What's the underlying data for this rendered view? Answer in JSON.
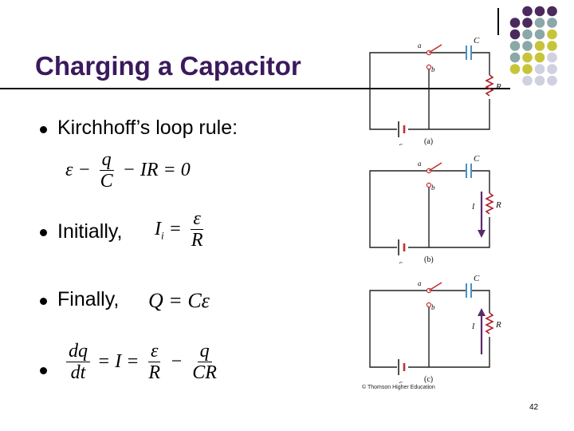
{
  "slide": {
    "title": "Charging a Capacitor",
    "bullets": [
      "Kirchhoff’s loop rule:",
      "Initially,",
      "Finally,",
      ""
    ],
    "page_number": "42",
    "copyright": "© Thomson Higher Education"
  },
  "equations": {
    "loop": {
      "lhs": "ε − ",
      "num": "q",
      "den": "C",
      "rest": " − IR = 0"
    },
    "initial": {
      "lhs": "I",
      "sub": "i",
      "eq": " = ",
      "num": "ε",
      "den": "R"
    },
    "final": {
      "text": "Q = Cε"
    },
    "rate": {
      "num1": "dq",
      "den1": "dt",
      "mid": " = I = ",
      "num2": "ε",
      "den2": "R",
      "minus": " − ",
      "num3": "q",
      "den3": "CR"
    }
  },
  "circuits": [
    {
      "caption": "(a)",
      "switch_top": "a",
      "switch_bottom": "b",
      "cap": "C",
      "res": "R",
      "emf": "ε",
      "current_label": "",
      "arrow": "none"
    },
    {
      "caption": "(b)",
      "switch_top": "a",
      "switch_bottom": "b",
      "cap": "C",
      "res": "R",
      "emf": "ε",
      "current_label": "I",
      "arrow": "down"
    },
    {
      "caption": "(c)",
      "switch_top": "a",
      "switch_bottom": "b",
      "cap": "C",
      "res": "R",
      "emf": "ε",
      "current_label": "I",
      "arrow": "up"
    }
  ],
  "colors": {
    "title": "#3a1a5c",
    "dot_purple": "#4a2a5c",
    "dot_teal": "#8aa8a8",
    "dot_olive": "#c8c43a",
    "dot_gray": "#cfd0e0",
    "resistor": "#b0202a",
    "arrow": "#5a2a6a"
  }
}
